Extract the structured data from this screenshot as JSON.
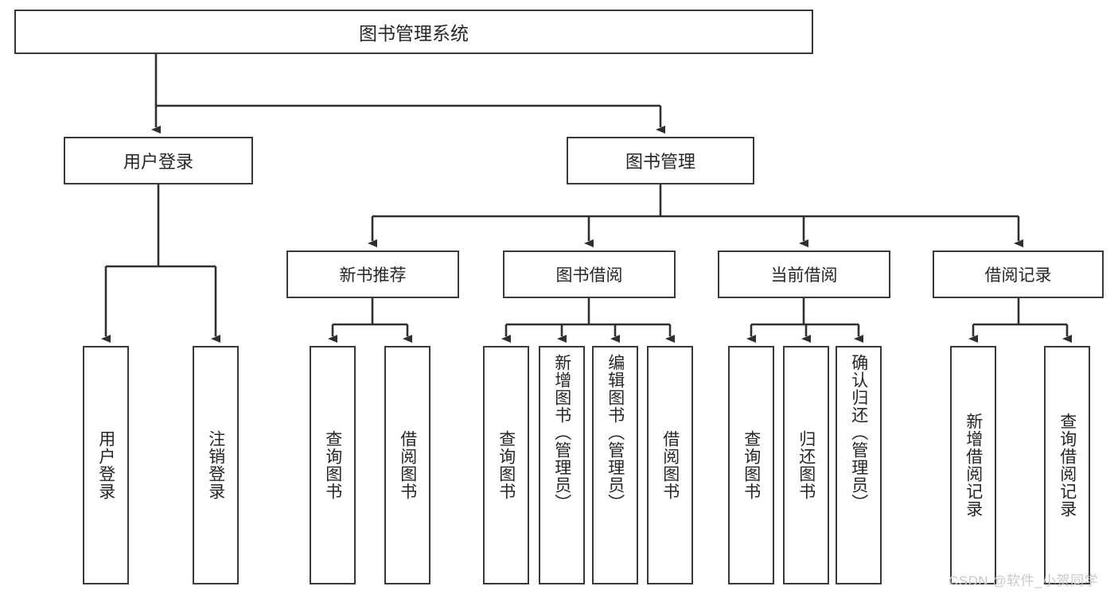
{
  "diagram": {
    "title": "图书管理系统",
    "type": "tree-hierarchy-diagram",
    "colors": {
      "border": "#3a3a3a",
      "fill": "#ffffff",
      "text": "#262626",
      "connector": "#2f2f2f",
      "watermark": "#c9c9c9"
    },
    "root": {
      "label": "图书管理系统"
    },
    "level2": [
      {
        "label": "用户登录"
      },
      {
        "label": "图书管理"
      }
    ],
    "level3": [
      {
        "label": "新书推荐"
      },
      {
        "label": "图书借阅"
      },
      {
        "label": "当前借阅"
      },
      {
        "label": "借阅记录"
      }
    ],
    "leaves": [
      {
        "label": "用户登录"
      },
      {
        "label": "注销登录"
      },
      {
        "label": "查询图书"
      },
      {
        "label": "借阅图书"
      },
      {
        "label": "查询图书"
      },
      {
        "label": "新增图书（管理员）"
      },
      {
        "label": "编辑图书（管理员）"
      },
      {
        "label": "借阅图书"
      },
      {
        "label": "查询图书"
      },
      {
        "label": "归还图书"
      },
      {
        "label": "确认归还（管理员）"
      },
      {
        "label": "新增借阅记录"
      },
      {
        "label": "查询借阅记录"
      }
    ]
  },
  "watermark": {
    "text": "CSDN @软件_小贺同学"
  }
}
